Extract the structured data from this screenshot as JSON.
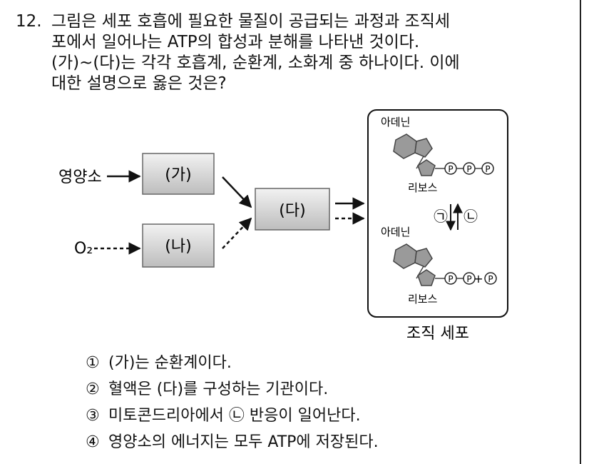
{
  "question": {
    "number": "12.",
    "lines": [
      "그림은 세포 호흡에 필요한 물질이 공급되는 과정과 조직세",
      "포에서 일어나는 ATP의 합성과 분해를 나타낸 것이다.",
      "(가)~(다)는 각각 호흡계, 순환계, 소화계 중 하나이다. 이에",
      "대한 설명으로 옳은 것은?"
    ]
  },
  "figure": {
    "input_nutrient": "영양소",
    "input_oxygen": "O₂",
    "box_ga": "(가)",
    "box_na": "(나)",
    "box_da": "(다)",
    "adenine_top": "아데닌",
    "ribose_top": "리보스",
    "adenine_bottom": "아데닌",
    "ribose_bottom": "리보스",
    "phosphate": "P",
    "plus": "+",
    "reaction_1": "㉠",
    "reaction_2": "㉡",
    "cell_label": "조직 세포"
  },
  "choices": [
    {
      "mark": "①",
      "text": "(가)는 순환계이다."
    },
    {
      "mark": "②",
      "text": "혈액은 (다)를 구성하는 기관이다."
    },
    {
      "mark": "③",
      "text": "미토콘드리아에서 ㉡ 반응이 일어난다."
    },
    {
      "mark": "④",
      "text": "영양소의 에너지는 모두 ATP에 저장된다."
    }
  ]
}
